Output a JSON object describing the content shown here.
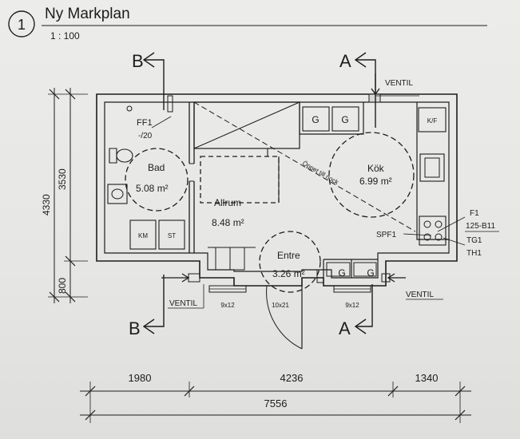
{
  "header": {
    "number": "1",
    "title": "Ny Markplan",
    "scale": "1 : 100"
  },
  "sections": {
    "b_top": "B",
    "a_top": "A",
    "b_bottom": "B",
    "a_bottom": "A"
  },
  "rooms": {
    "bad": {
      "name": "Bad",
      "area": "5.08 m²"
    },
    "allrum": {
      "name": "Allrum",
      "area": "8.48 m²"
    },
    "kok": {
      "name": "Kök",
      "area": "6.99 m²"
    },
    "entre": {
      "name": "Entre",
      "area": "3.26 m²"
    }
  },
  "labels": {
    "ventil_top": "VENTIL",
    "ventil_left": "VENTIL",
    "ventil_right": "VENTIL",
    "ff1": "FF1",
    "ff1_size": "-/20",
    "g1": "G",
    "g2": "G",
    "g3": "G",
    "g4": "G",
    "kf": "K/F",
    "km": "KM",
    "st": "ST",
    "spf1": "SPF1",
    "f1": "F1",
    "f1_code": "125-B11",
    "tg1": "TG1",
    "th1": "TH1",
    "ceiling_note": "Öppet till nock",
    "win_left": "9x12",
    "door_main": "10x21",
    "win_right": "9x12"
  },
  "dimensions": {
    "total_height": "4330",
    "upper_height": "3530",
    "lower_height": "800",
    "w1": "1980",
    "w2": "4236",
    "w3": "1340",
    "total_width": "7556"
  }
}
